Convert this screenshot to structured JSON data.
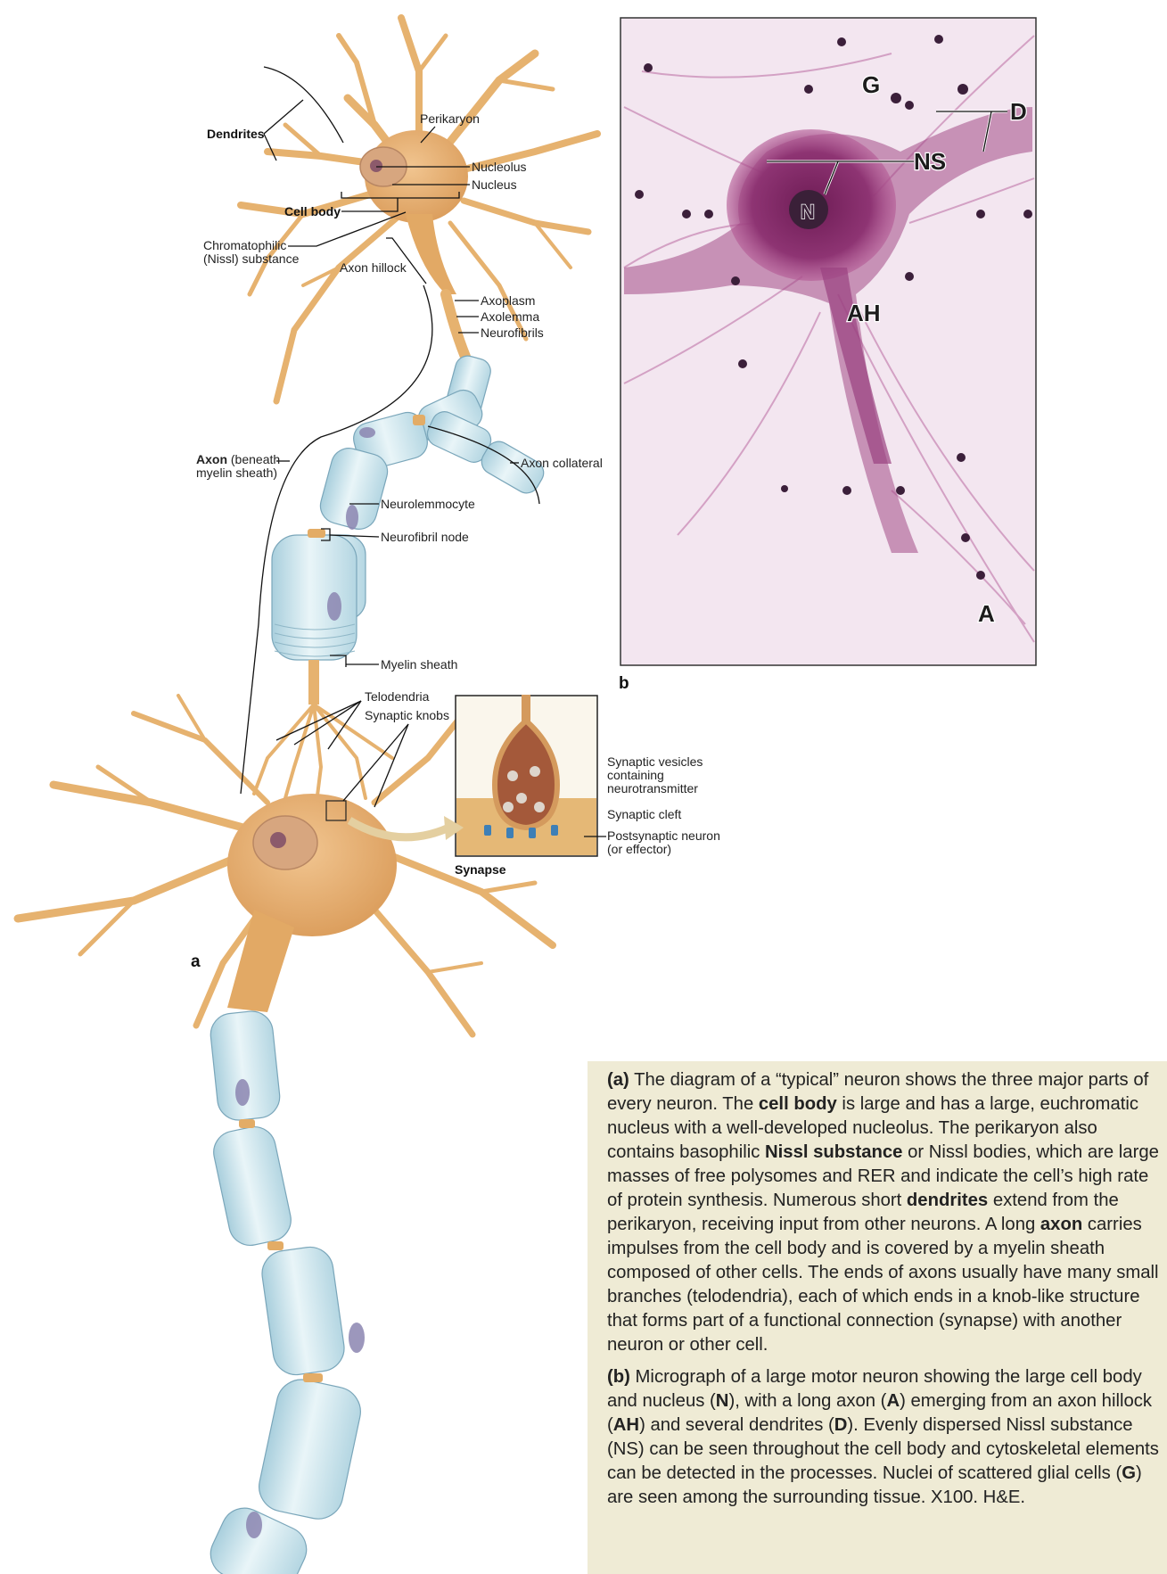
{
  "panel_a": {
    "letter": "a",
    "labels": {
      "dendrites": "Dendrites",
      "perikaryon": "Perikaryon",
      "nucleolus": "Nucleolus",
      "nucleus": "Nucleus",
      "cell_body": "Cell body",
      "chromatophilic_1": "Chromatophilic",
      "chromatophilic_2": "(Nissl) substance",
      "axon_hillock": "Axon hillock",
      "axoplasm": "Axoplasm",
      "axolemma": "Axolemma",
      "neurofibrils": "Neurofibrils",
      "axon_1_bold": "Axon",
      "axon_1_rest": " (beneath",
      "axon_2": "myelin sheath)",
      "axon_collateral": "Axon collateral",
      "neurolemmocyte": "Neurolemmocyte",
      "neurofibril_node": "Neurofibril node",
      "myelin_sheath": "Myelin sheath",
      "telodendria": "Telodendria",
      "synaptic_knobs": "Synaptic knobs",
      "synaptic_vesicles_1": "Synaptic vesicles",
      "synaptic_vesicles_2": "containing",
      "synaptic_vesicles_3": "neurotransmitter",
      "synaptic_cleft": "Synaptic cleft",
      "postsynaptic_1": "Postsynaptic neuron",
      "postsynaptic_2": "(or effector)",
      "synapse": "Synapse"
    }
  },
  "panel_b": {
    "letter": "b",
    "labels": {
      "g": "G",
      "d": "D",
      "ns": "NS",
      "n": "N",
      "ah": "AH",
      "a": "A"
    }
  },
  "caption": {
    "a": [
      {
        "text": "(a)",
        "bold": true
      },
      {
        "text": " The diagram of a “typical” neuron shows the three major parts of every neuron. The ",
        "bold": false
      },
      {
        "text": "cell body",
        "bold": true
      },
      {
        "text": " is large and has a large, euchromatic nucleus with a well-developed nucleolus. The perikaryon also contains basophilic ",
        "bold": false
      },
      {
        "text": "Nissl substance",
        "bold": true
      },
      {
        "text": " or Nissl bodies, which are large masses of free polysomes and RER and indicate the cell’s high rate of protein synthesis. Numerous short ",
        "bold": false
      },
      {
        "text": "dendrites",
        "bold": true
      },
      {
        "text": " extend from the perikaryon, receiving input from other neurons. A long ",
        "bold": false
      },
      {
        "text": "axon",
        "bold": true
      },
      {
        "text": " carries impulses from the cell body and is covered by a myelin sheath composed of other cells. The ends of axons usually have many small branches (telodendria), each of which ends in a knob-like structure that forms part of a functional connection (synapse) with another neuron or other cell.",
        "bold": false
      }
    ],
    "b": [
      {
        "text": "(b)",
        "bold": true
      },
      {
        "text": " Micrograph of a large motor neuron showing the large cell body and nucleus (",
        "bold": false
      },
      {
        "text": "N",
        "bold": true
      },
      {
        "text": "), with a long axon (",
        "bold": false
      },
      {
        "text": "A",
        "bold": true
      },
      {
        "text": ") emerging from an axon hillock (",
        "bold": false
      },
      {
        "text": "AH",
        "bold": true
      },
      {
        "text": ") and several dendrites (",
        "bold": false
      },
      {
        "text": "D",
        "bold": true
      },
      {
        "text": "). Evenly dispersed Nissl substance (NS) can be seen throughout the cell body and cytoskeletal elements can be detected in the processes. Nuclei of scattered glial cells (",
        "bold": false
      },
      {
        "text": "G",
        "bold": true
      },
      {
        "text": ") are seen among the surrounding tissue. X100. H&E.",
        "bold": false
      }
    ]
  },
  "colors": {
    "neuron": "#e8b77a",
    "myelin": "#cfe6ee",
    "micrograph_bg": "#f3e6f0",
    "soma_stain": "#8a2c6a",
    "caption_bg": "#efebd5"
  }
}
